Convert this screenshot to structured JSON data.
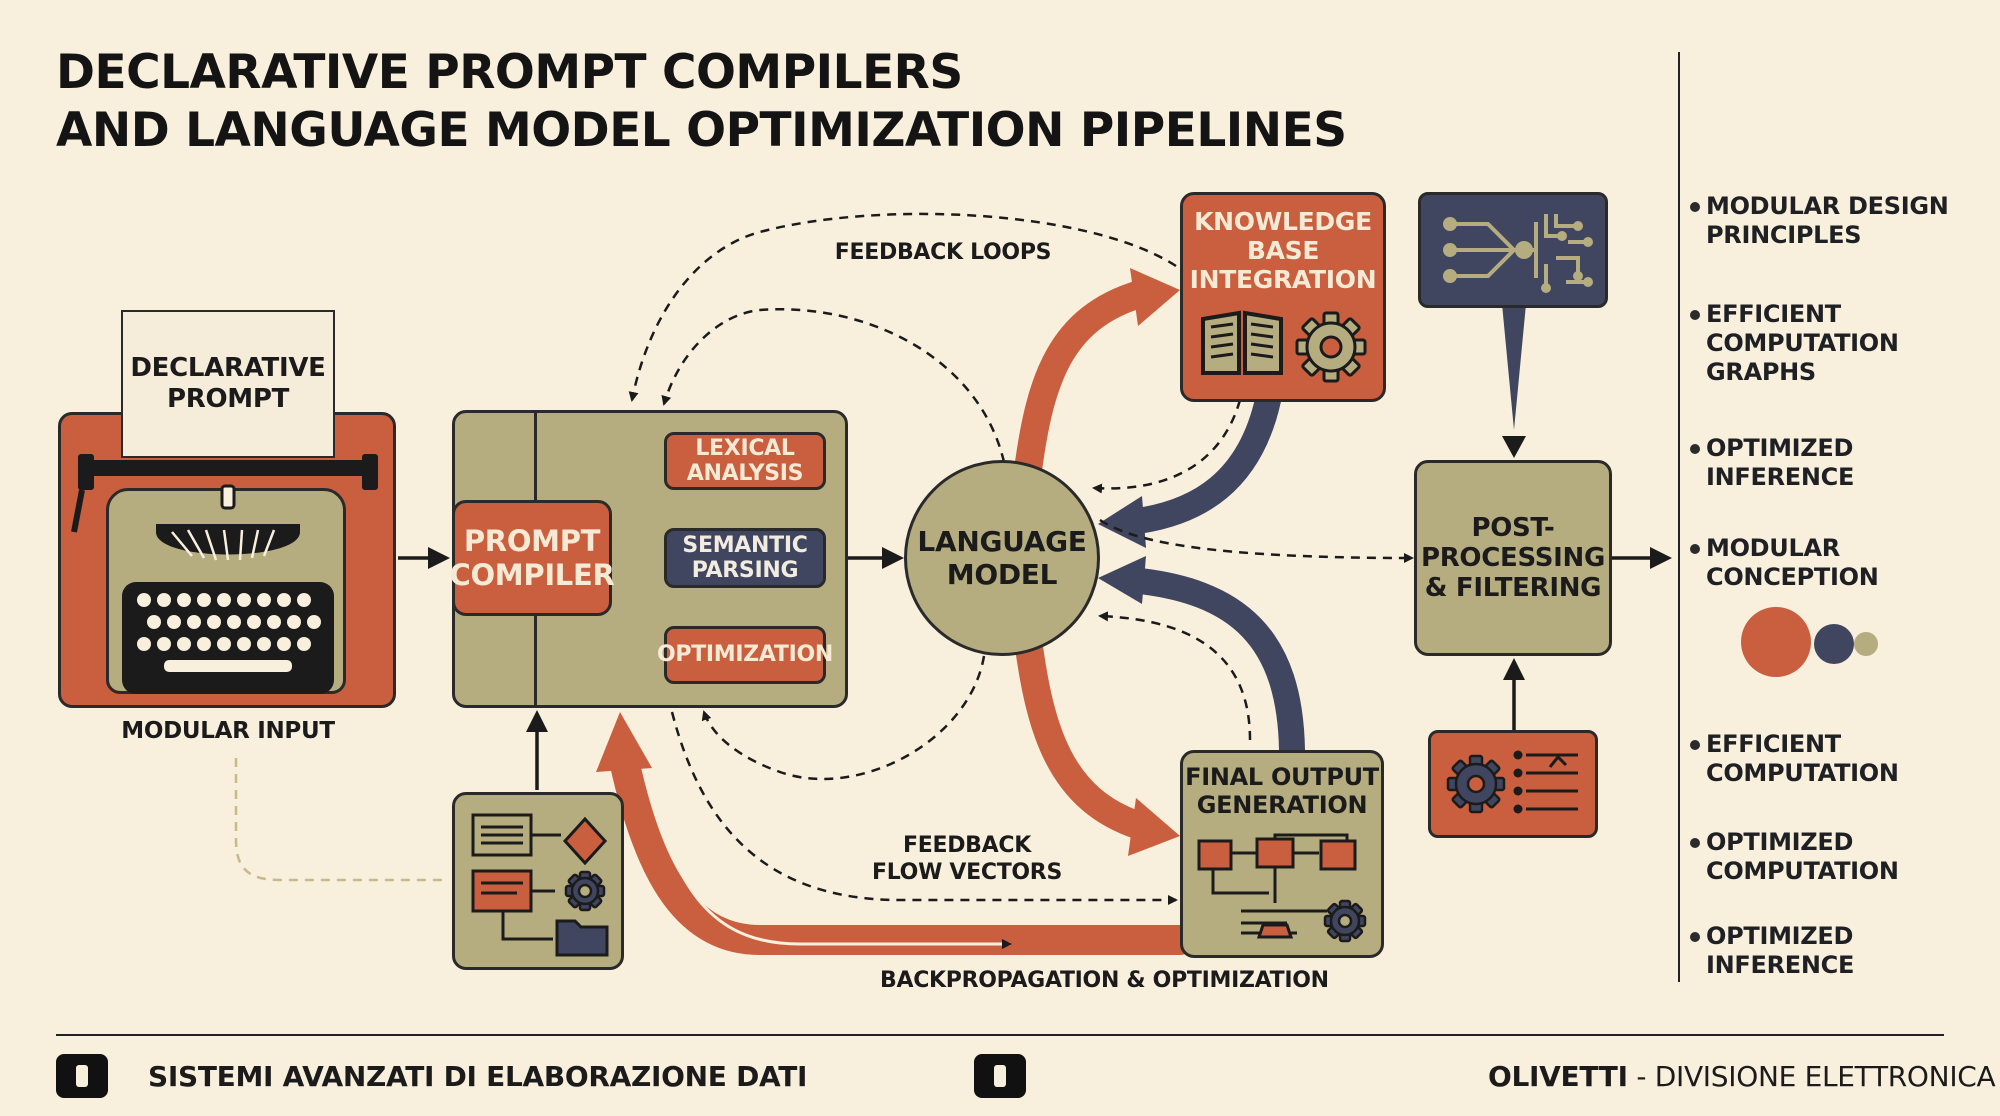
{
  "title": {
    "line1": "DECLARATIVE PROMPT COMPILERS",
    "line2": "AND LANGUAGE MODEL OPTIMIZATION PIPELINES"
  },
  "nodes": {
    "declarative_prompt": [
      "DECLARATIVE",
      "PROMPT"
    ],
    "modular_input": "MODULAR INPUT",
    "prompt_compiler": [
      "PROMPT",
      "COMPILER"
    ],
    "lexical_analysis": [
      "LEXICAL",
      "ANALYSIS"
    ],
    "semantic_parsing": [
      "SEMANTIC",
      "PARSING"
    ],
    "optimization": "OPTIMIZATION",
    "language_model": [
      "LANGUAGE",
      "MODEL"
    ],
    "knowledge_base": [
      "KNOWLEDGE",
      "BASE",
      "INTEGRATION"
    ],
    "final_output": [
      "FINAL OUTPUT",
      "GENERATION"
    ],
    "post_processing": [
      "POST-",
      "PROCESSING",
      "& FILTERING"
    ]
  },
  "edge_labels": {
    "feedback_loops": "FEEDBACK LOOPS",
    "feedback_flow": [
      "FEEDBACK",
      "FLOW VECTORS"
    ],
    "backprop": "BACKPROPAGATION & OPTIMIZATION"
  },
  "side_list": [
    [
      "MODULAR DESIGN",
      "PRINCIPLES"
    ],
    [
      "EFFICIENT",
      "COMPUTATION",
      "GRAPHS"
    ],
    [
      "OPTIMIZED",
      "INFERENCE"
    ],
    [
      "MODULAR",
      "CONCEPTION"
    ],
    [
      "EFFICIENT",
      "COMPUTATION"
    ],
    [
      "OPTIMIZED",
      "COMPUTATION"
    ],
    [
      "OPTIMIZED",
      "INFERENCE"
    ]
  ],
  "footer": {
    "left": "SISTEMI AVANZATI DI ELABORAZIONE DATI",
    "brand": "OLIVETTI",
    "brand_suffix": " - DIVISIONE ELETTRONICA"
  },
  "colors": {
    "background": "#f8efdd",
    "rust": "#c95f3f",
    "olive": "#b5ad80",
    "navy": "#40465f",
    "ink": "#1b1b1b"
  },
  "icons": {
    "typewriter": "typewriter-icon",
    "book": "book-icon",
    "gear": "gear-icon",
    "circuit": "circuit-icon",
    "flowchart": "flowchart-icon",
    "folder": "folder-icon",
    "settings_list": "settings-list-icon"
  }
}
